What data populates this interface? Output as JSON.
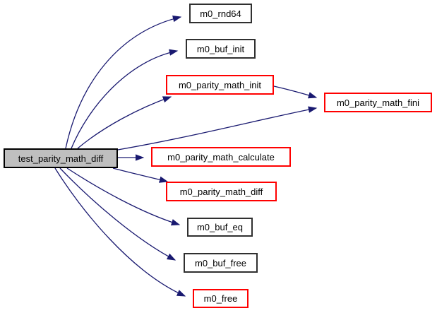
{
  "diagram": {
    "type": "call-graph",
    "background_color": "#ffffff",
    "edge_color": "#191970",
    "text_color": "#000000",
    "nodes": [
      {
        "id": "test_parity_math_diff",
        "label": "test_parity_math_diff",
        "role": "current-function",
        "fill": "#bfbfbf",
        "border": "#000000"
      },
      {
        "id": "m0_rnd64",
        "label": "m0_rnd64",
        "role": "called-function",
        "fill": "#ffffff",
        "border": "#303030"
      },
      {
        "id": "m0_buf_init",
        "label": "m0_buf_init",
        "role": "called-function",
        "fill": "#ffffff",
        "border": "#303030"
      },
      {
        "id": "m0_parity_math_init",
        "label": "m0_parity_math_init",
        "role": "called-function-truncated",
        "fill": "#ffffff",
        "border": "#ff0000"
      },
      {
        "id": "m0_parity_math_fini",
        "label": "m0_parity_math_fini",
        "role": "called-function-truncated",
        "fill": "#ffffff",
        "border": "#ff0000"
      },
      {
        "id": "m0_parity_math_calculate",
        "label": "m0_parity_math_calculate",
        "role": "called-function-truncated",
        "fill": "#ffffff",
        "border": "#ff0000"
      },
      {
        "id": "m0_parity_math_diff",
        "label": "m0_parity_math_diff",
        "role": "called-function-truncated",
        "fill": "#ffffff",
        "border": "#ff0000"
      },
      {
        "id": "m0_buf_eq",
        "label": "m0_buf_eq",
        "role": "called-function",
        "fill": "#ffffff",
        "border": "#303030"
      },
      {
        "id": "m0_buf_free",
        "label": "m0_buf_free",
        "role": "called-function",
        "fill": "#ffffff",
        "border": "#303030"
      },
      {
        "id": "m0_free",
        "label": "m0_free",
        "role": "called-function-truncated",
        "fill": "#ffffff",
        "border": "#ff0000"
      }
    ],
    "edges": [
      {
        "from": "test_parity_math_diff",
        "to": "m0_rnd64"
      },
      {
        "from": "test_parity_math_diff",
        "to": "m0_buf_init"
      },
      {
        "from": "test_parity_math_diff",
        "to": "m0_parity_math_init"
      },
      {
        "from": "test_parity_math_diff",
        "to": "m0_parity_math_fini"
      },
      {
        "from": "m0_parity_math_init",
        "to": "m0_parity_math_fini"
      },
      {
        "from": "test_parity_math_diff",
        "to": "m0_parity_math_calculate"
      },
      {
        "from": "test_parity_math_diff",
        "to": "m0_parity_math_diff"
      },
      {
        "from": "test_parity_math_diff",
        "to": "m0_buf_eq"
      },
      {
        "from": "test_parity_math_diff",
        "to": "m0_buf_free"
      },
      {
        "from": "test_parity_math_diff",
        "to": "m0_free"
      }
    ]
  }
}
